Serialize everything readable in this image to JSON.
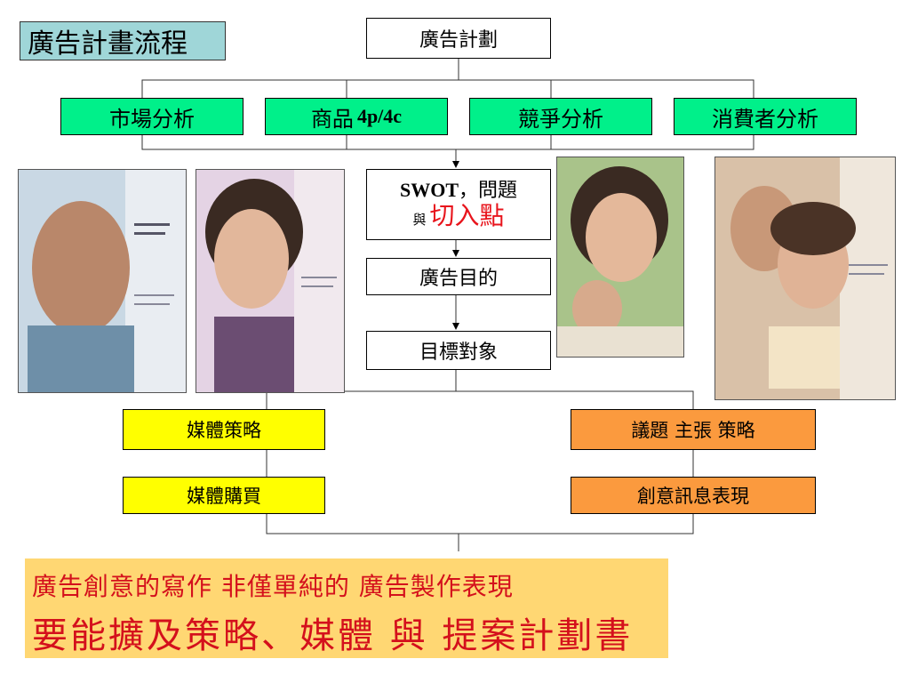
{
  "title": "廣告計畫流程",
  "top_node": "廣告計劃",
  "analysis_nodes": [
    "市場分析",
    "商品",
    "競爭分析",
    "消費者分析"
  ],
  "product_suffix": "4p/4c",
  "swot": {
    "line1_bold": "SWOT",
    "line1_rest": "，問題",
    "line2_small": "與",
    "line2_highlight": "切入點"
  },
  "objective": "廣告目的",
  "target": "目標對象",
  "left_branch": [
    "媒體策略",
    "媒體購買"
  ],
  "right_branch": [
    "議題 主張 策略",
    "創意訊息表現"
  ],
  "banner": {
    "line1": "廣告創意的寫作 非僅單純的 廣告製作表現",
    "line2": "要能擴及策略、媒體 與 提案計劃書"
  },
  "colors": {
    "title_bg": "#9fd6d8",
    "analysis_bg": "#00f08a",
    "media_bg": "#ffff00",
    "creative_bg": "#fb9a3e",
    "banner_bg": "#ffd773",
    "emphasis": "#e8141c"
  }
}
